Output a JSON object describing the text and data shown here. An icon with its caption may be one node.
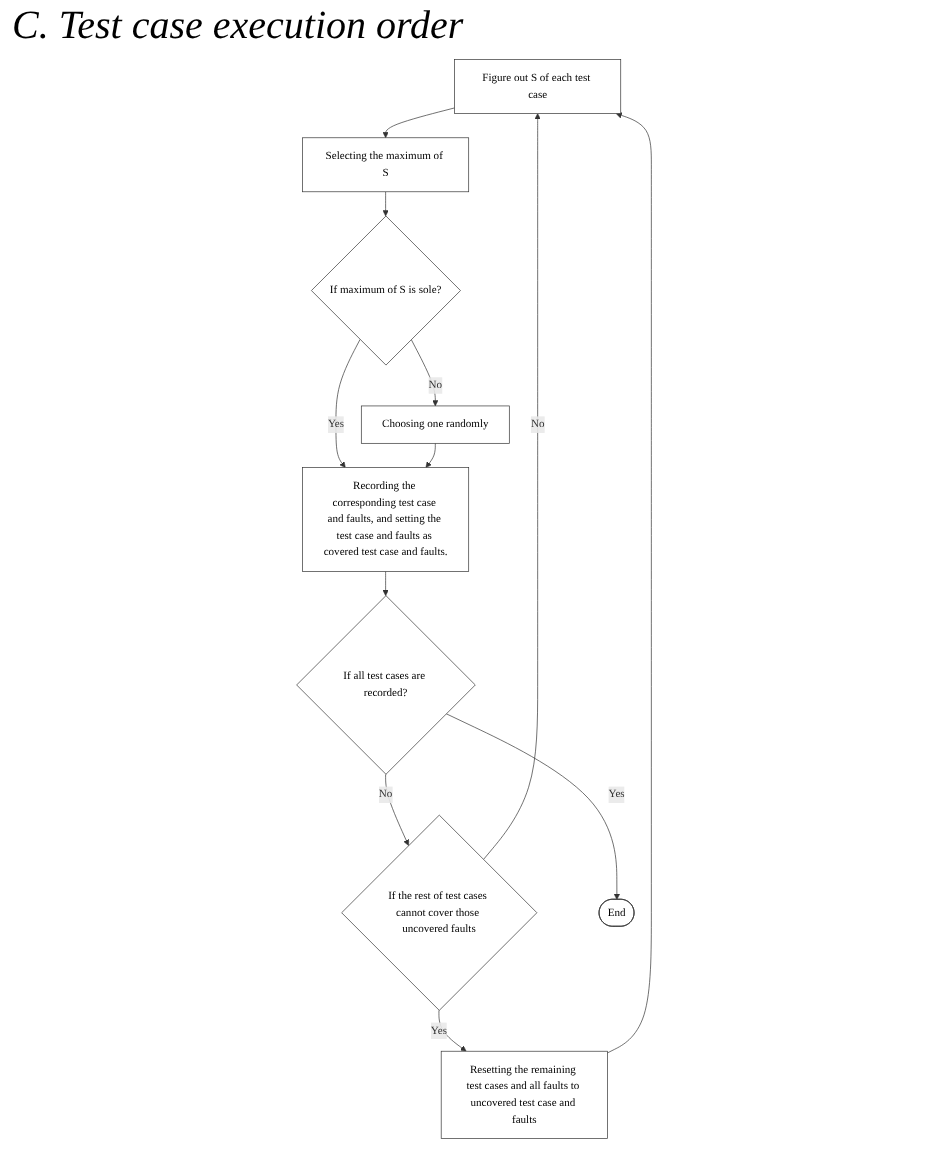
{
  "diagram": {
    "title": "C.  Test case execution order",
    "nodes": [
      {
        "text": [
          "Figure out S of each test case"
        ]
      },
      {
        "text": [
          "Selecting the maximum of S"
        ]
      },
      {
        "text": [
          "If maximum of S is sole?"
        ]
      },
      {
        "text": [
          "Choosing one randomly"
        ]
      },
      {
        "text": [
          "Recording the corresponding test case and faults, and setting the test case and faults as covered test case and faults."
        ]
      },
      {
        "text": [
          "If all test cases are recorded?"
        ]
      },
      {
        "text": [
          "If the rest of test cases cannot cover those uncovered faults"
        ]
      },
      {
        "text": [
          "End"
        ]
      },
      {
        "text": [
          "Resetting the remaining test cases and all faults to uncovered test case and faults"
        ]
      }
    ],
    "edges": [
      {
        "from": 0,
        "to": 1,
        "arrow": "to"
      },
      {
        "from": 1,
        "to": 2,
        "arrow": "to"
      },
      {
        "from": 2,
        "to": 3,
        "label": "No",
        "arrow": "to"
      },
      {
        "from": 2,
        "to": 4,
        "label": "Yes",
        "arrow": "to"
      },
      {
        "from": 3,
        "to": 4,
        "arrow": "to"
      },
      {
        "from": 4,
        "to": 5,
        "arrow": "to"
      },
      {
        "from": 5,
        "to": 6,
        "label": "No",
        "arrow": "to"
      },
      {
        "from": 6,
        "to": 0,
        "label": "No",
        "arrow": "to"
      },
      {
        "from": 5,
        "to": 7,
        "label": "Yes",
        "arrow": "to"
      },
      {
        "from": 6,
        "to": 8,
        "label": "Yes",
        "arrow": "to"
      },
      {
        "from": 8,
        "to": 0,
        "arrow": "to"
      }
    ]
  }
}
